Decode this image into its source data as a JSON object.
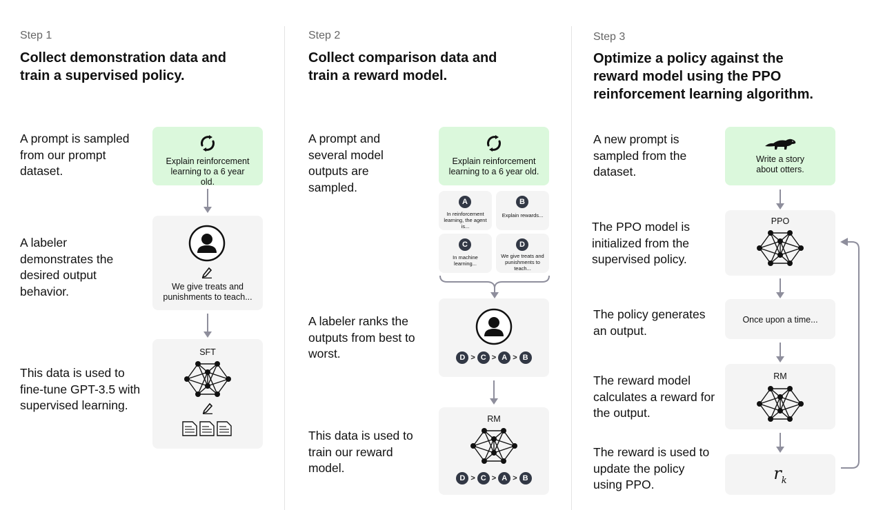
{
  "step1": {
    "label": "Step 1",
    "title": "Collect demonstration data and train a supervised policy.",
    "desc_prompt": "A prompt is sampled from our prompt dataset.",
    "desc_labeler": "A labeler demonstrates the desired output behavior.",
    "desc_train": "This data is used to fine-tune GPT-3.5 with supervised learning.",
    "prompt_text": "Explain reinforcement learning to a 6 year old.",
    "demo_text": "We give treats and punishments to teach...",
    "model_label": "SFT"
  },
  "step2": {
    "label": "Step 2",
    "title": "Collect comparison data and train a reward model.",
    "desc_prompt": "A prompt and several model outputs are sampled.",
    "desc_rank": "A labeler ranks the outputs from best to worst.",
    "desc_train": "This data is used to train our reward model.",
    "prompt_text": "Explain reinforcement learning to a 6 year old.",
    "outputs": [
      {
        "letter": "A",
        "text": "In reinforcement learning, the agent is..."
      },
      {
        "letter": "B",
        "text": "Explain rewards..."
      },
      {
        "letter": "C",
        "text": "In machine learning..."
      },
      {
        "letter": "D",
        "text": "We give treats and punishments to teach..."
      }
    ],
    "ranking": [
      "D",
      "C",
      "A",
      "B"
    ],
    "ranking_sep": ">",
    "model_label": "RM"
  },
  "step3": {
    "label": "Step 3",
    "title": "Optimize a policy against the reward model using the PPO reinforcement learning algorithm.",
    "desc_prompt": "A new prompt is sampled from the dataset.",
    "desc_init": "The PPO model is initialized from the supervised policy.",
    "desc_generate": "The policy generates an output.",
    "desc_reward": "The reward model calculates a reward for the output.",
    "desc_update": "The reward is used to update the policy using PPO.",
    "prompt_text": "Write a story about otters.",
    "ppo_label": "PPO",
    "output_text": "Once upon a time...",
    "rm_label": "RM",
    "reward_symbol": "r",
    "reward_sub": "k"
  },
  "colors": {
    "green_card": "#dbf8dc",
    "gray_card": "#f4f4f4",
    "arrow": "#8e8e9c",
    "badge": "#323845"
  }
}
